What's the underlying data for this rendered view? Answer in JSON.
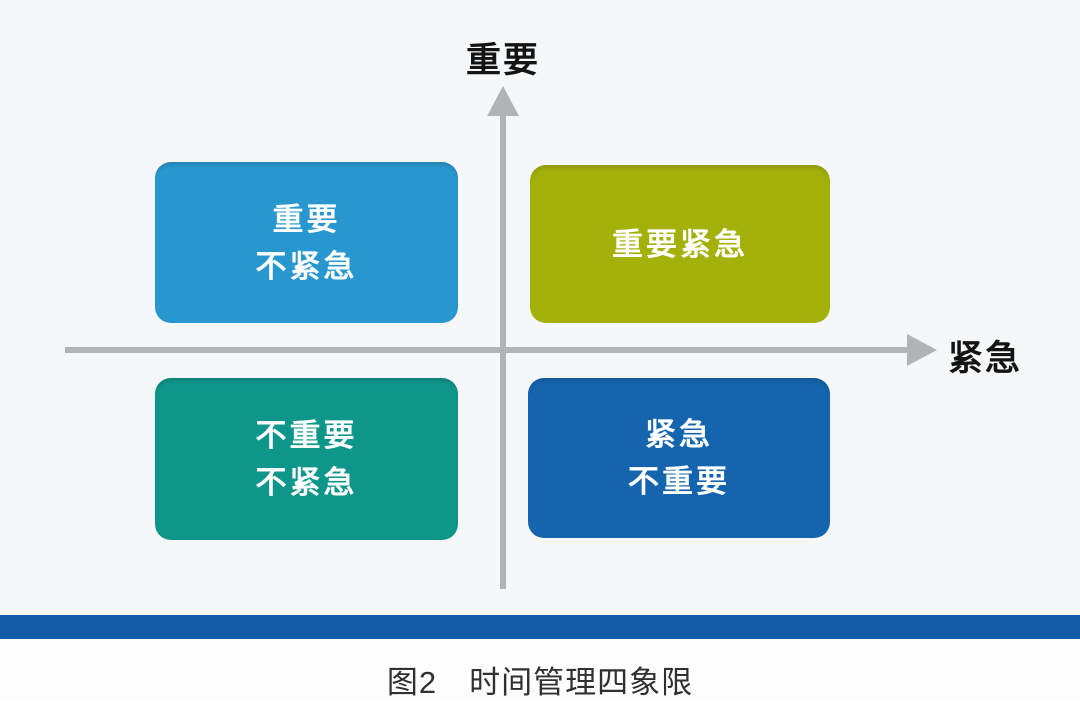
{
  "figure": {
    "axes": {
      "y_label": "重要",
      "x_label": "紧急",
      "axis_color": "#B2B3B5"
    },
    "quadrants": {
      "top_left": {
        "lines": [
          "重要",
          "不紧急"
        ],
        "color": "#2997CF",
        "edge_color": "#1E7DB4"
      },
      "top_right": {
        "lines": [
          "重要紧急"
        ],
        "color": "#A4B10B",
        "edge_color": "#87940A"
      },
      "bottom_left": {
        "lines": [
          "不重要",
          "不紧急"
        ],
        "color": "#0F968B",
        "edge_color": "#0B7A6F"
      },
      "bottom_right": {
        "lines": [
          "紧急",
          "不重要"
        ],
        "color": "#1565AE",
        "edge_color": "#0D4F8F"
      }
    },
    "divider_color": "#145CA8",
    "caption": "图2　时间管理四象限"
  }
}
